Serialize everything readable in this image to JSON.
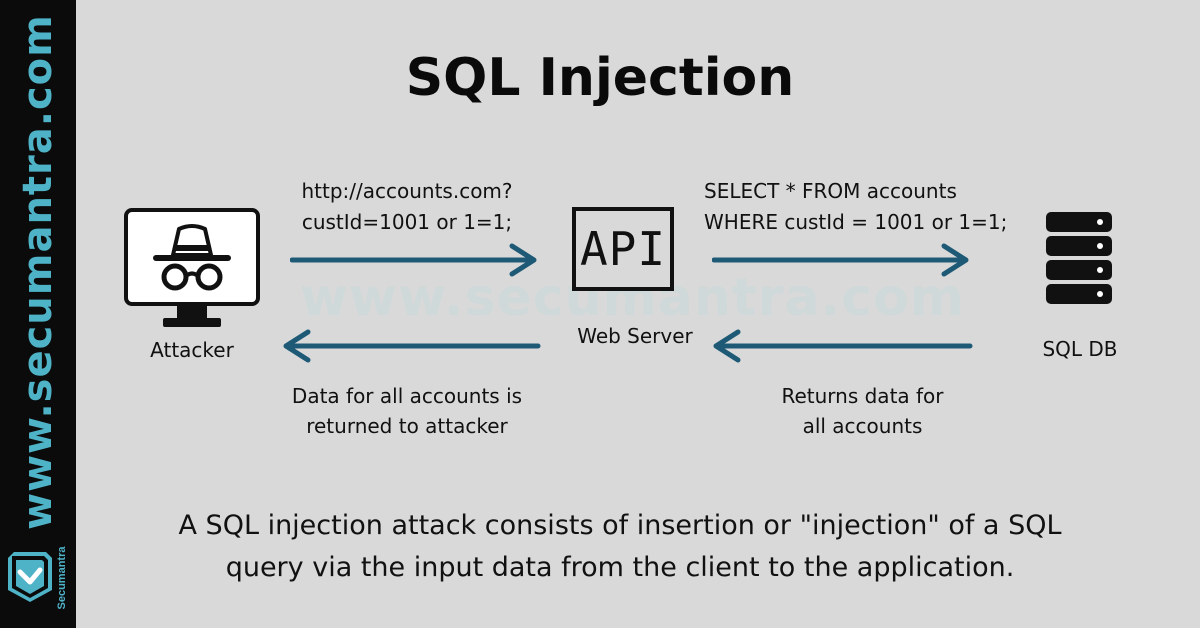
{
  "sidebar": {
    "url": "www.secumantra.com",
    "logo_text": "Secumantra"
  },
  "title": "SQL Injection",
  "watermark": "www.secumantra.com",
  "nodes": {
    "attacker": {
      "label": "Attacker",
      "icon": "hacker-monitor-icon"
    },
    "server": {
      "label": "Web Server",
      "icon_text": "API",
      "icon": "api-icon"
    },
    "db": {
      "label": "SQL DB",
      "icon": "database-server-icon"
    }
  },
  "flows": {
    "request_line1": "http://accounts.com?",
    "request_line2": "custId=1001 or 1=1;",
    "query_line1": "SELECT * FROM accounts",
    "query_line2": "WHERE custId = 1001 or 1=1;",
    "db_return_line1": "Returns data for",
    "db_return_line2": "all accounts",
    "attacker_return_line1": "Data for all accounts is",
    "attacker_return_line2": "returned to attacker"
  },
  "footer": {
    "line1": "A SQL injection attack consists of insertion or \"injection\" of a SQL",
    "line2": "query via the input data from the client to the application."
  },
  "colors": {
    "sidebar_bg": "#0b0b0b",
    "accent": "#4fb3c8",
    "arrow": "#1e5a76",
    "background": "#d9d9d9"
  }
}
